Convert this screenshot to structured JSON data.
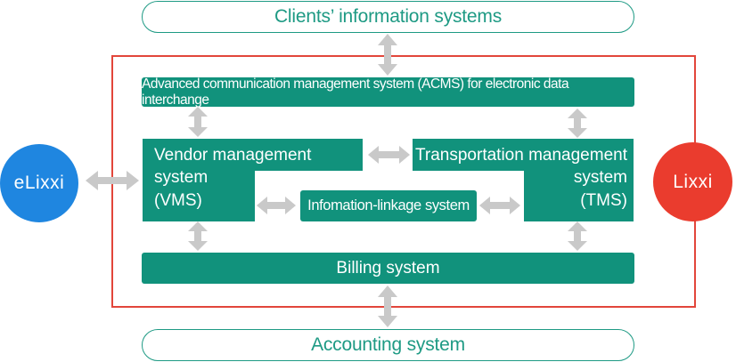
{
  "clients_system": {
    "label": "Clients’ information systems"
  },
  "acms": {
    "label": "Advanced communication management system (ACMS) for electronic data interchange"
  },
  "vms": {
    "line1": "Vendor management",
    "line2": "system",
    "line3": "(VMS)"
  },
  "tms": {
    "line1": "Transportation management",
    "line2": "system",
    "line3": "(TMS)"
  },
  "linkage": {
    "label": "Infomation-linkage system"
  },
  "billing": {
    "label": "Billing system"
  },
  "accounting": {
    "label": "Accounting system"
  },
  "elixxi": {
    "label": "eLixxi"
  },
  "lixxi": {
    "label": "Lixxi"
  },
  "colors": {
    "teal": "#11927c",
    "teal_border": "#1e9a84",
    "frame_red": "#e2463b",
    "elixxi_blue": "#1f86e0",
    "lixxi_red": "#ea3c2e",
    "arrow_gray": "#c9c9c9"
  }
}
